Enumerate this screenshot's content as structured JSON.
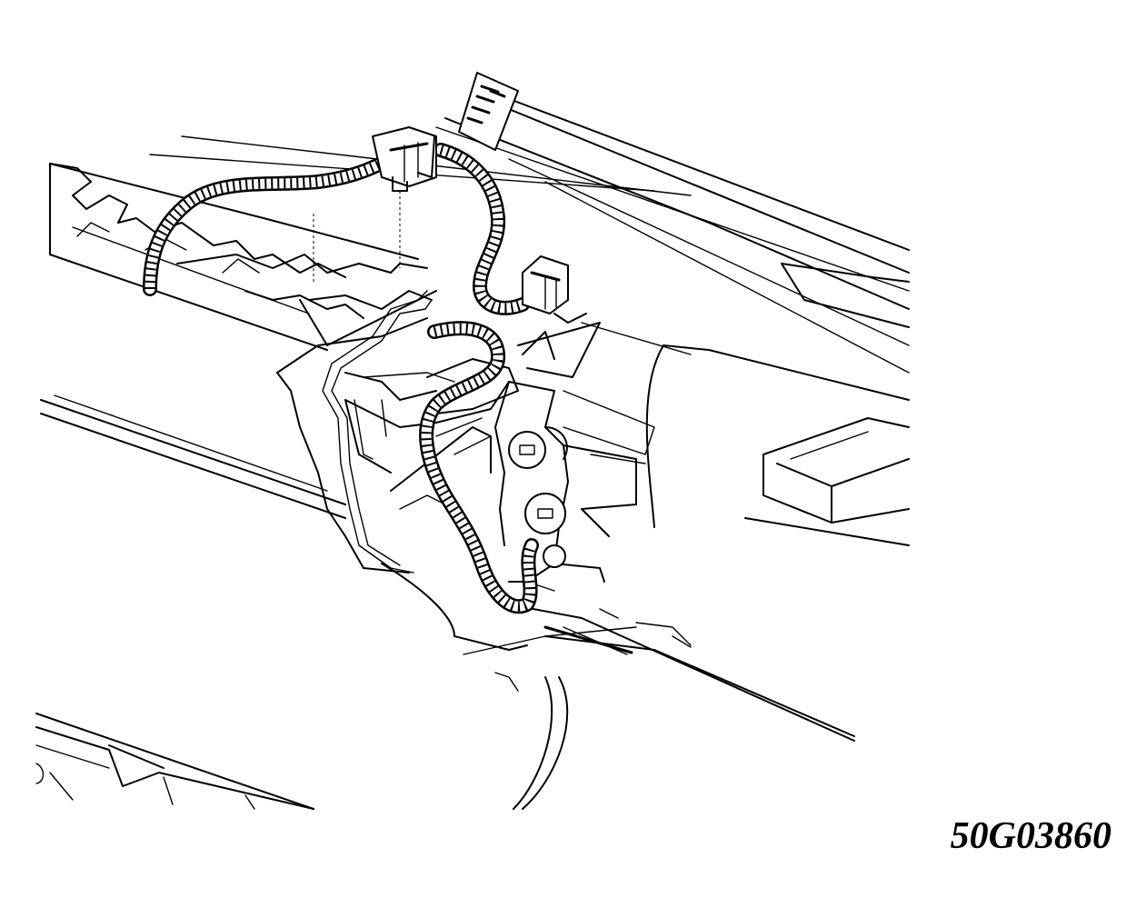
{
  "figure": {
    "code": "50G03860"
  },
  "colors": {
    "ink": "#000000",
    "background": "#ffffff"
  },
  "parts": [
    "wiring-harness-conduit",
    "harness-connector-upper",
    "harness-connector-right",
    "harness-tag-label",
    "hinge-bracket",
    "hinge-bolt-upper",
    "hinge-bolt-lower",
    "cowl-panel",
    "fender-panel",
    "bumper-rail"
  ]
}
